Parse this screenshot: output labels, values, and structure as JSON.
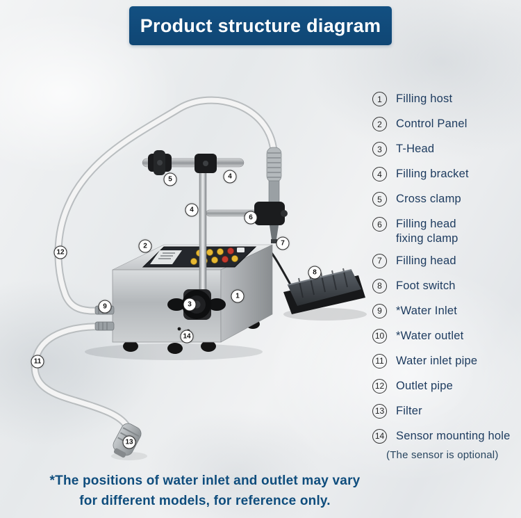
{
  "banner": {
    "title": "Product structure diagram"
  },
  "colors": {
    "banner_blue": "#124e79",
    "legend_text": "#1c3a5e",
    "footnote_blue": "#0f4d7d"
  },
  "legend": {
    "items": [
      {
        "num": "1",
        "label": "Filling host"
      },
      {
        "num": "2",
        "label": "Control Panel"
      },
      {
        "num": "3",
        "label": "T-Head"
      },
      {
        "num": "4",
        "label": "Filling bracket"
      },
      {
        "num": "5",
        "label": "Cross clamp"
      },
      {
        "num": "6",
        "label": "Filling head fixing clamp"
      },
      {
        "num": "7",
        "label": "Filling head"
      },
      {
        "num": "8",
        "label": "Foot switch"
      },
      {
        "num": "9",
        "label": "*Water Inlet"
      },
      {
        "num": "10",
        "label": "*Water outlet"
      },
      {
        "num": "11",
        "label": "Water inlet pipe"
      },
      {
        "num": "12",
        "label": "Outlet pipe"
      },
      {
        "num": "13",
        "label": "Filter"
      },
      {
        "num": "14",
        "label": "Sensor mounting hole",
        "note": "(The sensor is optional)"
      }
    ]
  },
  "callouts": {
    "c1": "1",
    "c2": "2",
    "c3": "3",
    "c4a": "4",
    "c4b": "4",
    "c5": "5",
    "c6": "6",
    "c7": "7",
    "c8": "8",
    "c9": "9",
    "c11": "11",
    "c12": "12",
    "c13": "13",
    "c14": "14"
  },
  "footnote": {
    "line1": "*The positions of water inlet and outlet may vary",
    "line2": "for different models, for reference only."
  }
}
